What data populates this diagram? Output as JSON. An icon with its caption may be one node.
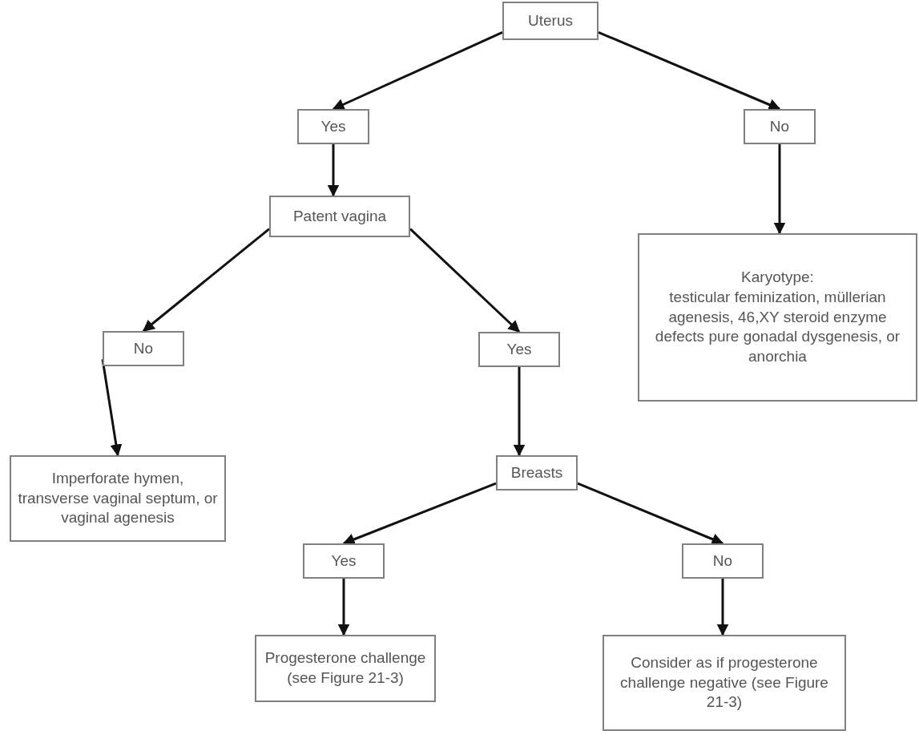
{
  "diagram": {
    "nodes": [
      {
        "text": [
          "Uterus"
        ]
      },
      {
        "text": [
          "Yes"
        ]
      },
      {
        "text": [
          "No"
        ]
      },
      {
        "text": [
          "Patent vagina"
        ]
      },
      {
        "text": [
          "Karyotype:",
          "testicular feminization, müllerian agenesis, 46,XY steroid enzyme defects pure gonadal dysgenesis, or anorchia"
        ]
      },
      {
        "text": [
          "No"
        ]
      },
      {
        "text": [
          "Yes"
        ]
      },
      {
        "text": [
          "Imperforate hymen, transverse vaginal septum, or vaginal agenesis"
        ]
      },
      {
        "text": [
          "Breasts"
        ]
      },
      {
        "text": [
          "Yes"
        ]
      },
      {
        "text": [
          "No"
        ]
      },
      {
        "text": [
          "Progesterone challenge (see Figure 21-3)"
        ]
      },
      {
        "text": [
          "Consider as if progesterone challenge negative (see Figure 21-3)"
        ]
      }
    ],
    "edges": [
      {
        "from": 0,
        "to": 1,
        "arrow": "to"
      },
      {
        "from": 0,
        "to": 2,
        "arrow": "to"
      },
      {
        "from": 1,
        "to": 3,
        "arrow": "to"
      },
      {
        "from": 2,
        "to": 4,
        "arrow": "to"
      },
      {
        "from": 3,
        "to": 5,
        "arrow": "to"
      },
      {
        "from": 3,
        "to": 6,
        "arrow": "to"
      },
      {
        "from": 5,
        "to": 7,
        "arrow": "to"
      },
      {
        "from": 6,
        "to": 8,
        "arrow": "to"
      },
      {
        "from": 8,
        "to": 9,
        "arrow": "to"
      },
      {
        "from": 8,
        "to": 10,
        "arrow": "to"
      },
      {
        "from": 9,
        "to": 11,
        "arrow": "to"
      },
      {
        "from": 10,
        "to": 12,
        "arrow": "to"
      }
    ]
  }
}
